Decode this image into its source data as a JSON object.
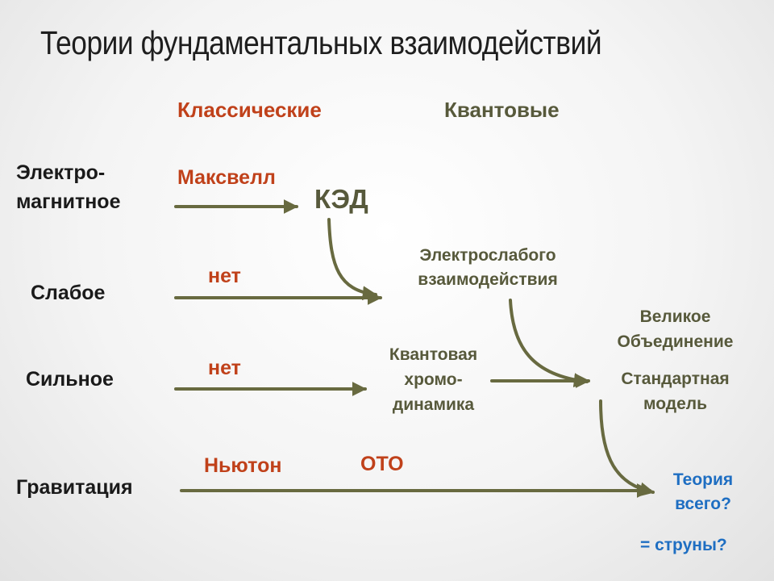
{
  "title": "Теории фундаментальных взаимодействий",
  "columns": {
    "classical": "Классические",
    "quantum": "Квантовые"
  },
  "interactions": {
    "em_line1": "Электро-",
    "em_line2": "магнитное",
    "weak": "Слабое",
    "strong": "Сильное",
    "gravity": "Гравитация"
  },
  "classical_theories": {
    "maxwell": "Максвелл",
    "weak_none": "нет",
    "strong_none": "нет",
    "newton": "Ньютон",
    "gr": "ОТО"
  },
  "quantum_theories": {
    "qed": "КЭД",
    "electroweak_line1": "Электрослабого",
    "electroweak_line2": "взаимодействия",
    "qcd_line1": "Квантовая",
    "qcd_line2": "хромо-",
    "qcd_line3": "динамика",
    "gut_line1": "Великое",
    "gut_line2": "Объединение",
    "sm_line1": "Стандартная",
    "sm_line2": "модель",
    "toe_line1": "Теория",
    "toe_line2": "всего?",
    "strings": "= струны?"
  },
  "colors": {
    "arrow": "#686a40",
    "classical": "#c0411a",
    "quantum": "#57593b",
    "final": "#1e6ec2"
  }
}
